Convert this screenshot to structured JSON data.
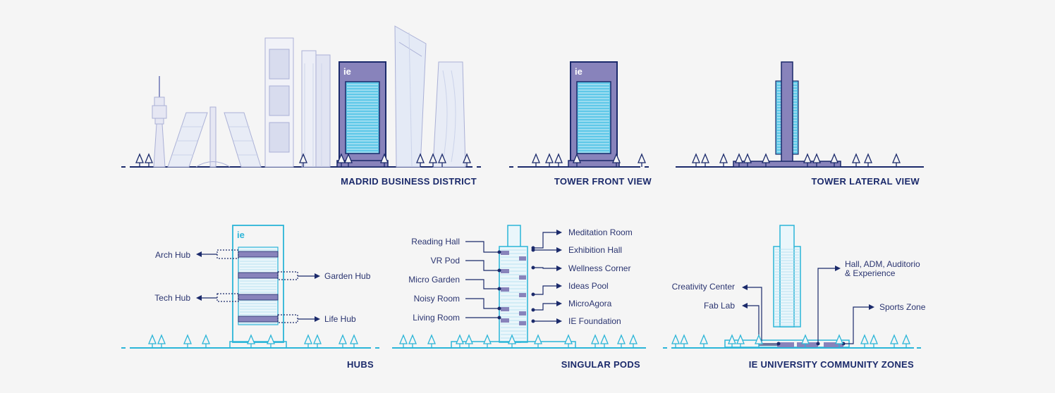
{
  "colors": {
    "background": "#f5f5f5",
    "navy": "#1b2a6b",
    "tower_purple": "#8883bb",
    "tower_glass": "#5fc8e8",
    "cyan": "#2bb5d8",
    "skyline_light": "#c9cce6"
  },
  "logo_text": "ie",
  "panels": {
    "madrid": {
      "caption": "MADRID BUSINESS DISTRICT"
    },
    "front": {
      "caption": "TOWER FRONT VIEW"
    },
    "lateral": {
      "caption": "TOWER LATERAL VIEW"
    },
    "hubs": {
      "caption": "HUBS",
      "left_labels": [
        "Arch Hub",
        "Tech Hub"
      ],
      "right_labels": [
        "Garden Hub",
        "Life Hub"
      ]
    },
    "pods": {
      "caption": "SINGULAR PODS",
      "left_labels": [
        "Reading Hall",
        "VR Pod",
        "Micro Garden",
        "Noisy Room",
        "Living Room"
      ],
      "right_labels": [
        "Meditation Room",
        "Exhibition Hall",
        "Wellness Corner",
        "Ideas Pool",
        "MicroAgora",
        "IE Foundation"
      ]
    },
    "zones": {
      "caption": "IE UNIVERSITY COMMUNITY ZONES",
      "labels": {
        "creativity": "Creativity Center",
        "fablab": "Fab Lab",
        "hall_line1": "Hall, ADM, Auditorio",
        "hall_line2": "& Experience",
        "sports": "Sports Zone"
      }
    }
  }
}
